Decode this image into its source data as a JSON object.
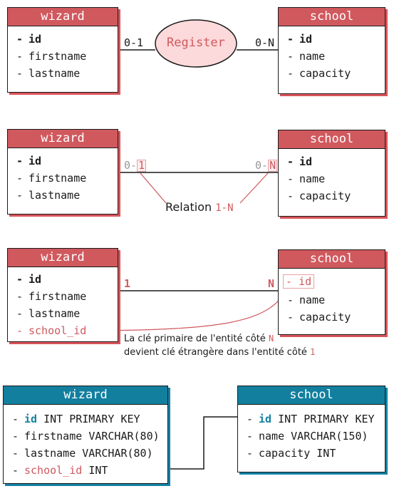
{
  "row1": {
    "wizard": {
      "title": "wizard",
      "attrs": [
        {
          "dash": "-",
          "name": "id"
        },
        {
          "dash": "-",
          "name": "firstname"
        },
        {
          "dash": "-",
          "name": "lastname"
        }
      ]
    },
    "school": {
      "title": "school",
      "attrs": [
        {
          "dash": "-",
          "name": "id"
        },
        {
          "dash": "-",
          "name": "name"
        },
        {
          "dash": "-",
          "name": "capacity"
        }
      ]
    },
    "relation": "Register",
    "card_left": "0-1",
    "card_right": "0-N"
  },
  "row2": {
    "wizard": {
      "title": "wizard",
      "attrs": [
        {
          "dash": "-",
          "name": "id"
        },
        {
          "dash": "-",
          "name": "firstname"
        },
        {
          "dash": "-",
          "name": "lastname"
        }
      ]
    },
    "school": {
      "title": "school",
      "attrs": [
        {
          "dash": "-",
          "name": "id"
        },
        {
          "dash": "-",
          "name": "name"
        },
        {
          "dash": "-",
          "name": "capacity"
        }
      ]
    },
    "card_left": {
      "muted": "0-",
      "highlight": "1"
    },
    "card_right": {
      "muted": "0-",
      "highlight": "N"
    },
    "note": {
      "text": "Relation",
      "tag": "1-N"
    }
  },
  "row3": {
    "wizard": {
      "title": "wizard",
      "attrs": [
        {
          "dash": "-",
          "name": "id"
        },
        {
          "dash": "-",
          "name": "firstname"
        },
        {
          "dash": "-",
          "name": "lastname"
        },
        {
          "dash": "-",
          "name": "school_id"
        }
      ]
    },
    "school": {
      "title": "school",
      "attrs": [
        {
          "dash": "-",
          "name": "id"
        },
        {
          "dash": "-",
          "name": "name"
        },
        {
          "dash": "-",
          "name": "capacity"
        }
      ]
    },
    "card_left": "1",
    "card_right": "N",
    "note": {
      "line1": "La clé primaire de l'entité côté",
      "line1_tag": "N",
      "line2": "devient clé étrangère dans l'entité côté",
      "line2_tag": "1"
    }
  },
  "row4": {
    "wizard": {
      "title": "wizard",
      "attrs": [
        {
          "dash": "-",
          "name": "id",
          "type": "INT PRIMARY KEY"
        },
        {
          "dash": "-",
          "name": "firstname",
          "type": "VARCHAR(80)"
        },
        {
          "dash": "-",
          "name": "lastname",
          "type": "VARCHAR(80)"
        },
        {
          "dash": "-",
          "name": "school_id",
          "type": "INT"
        }
      ]
    },
    "school": {
      "title": "school",
      "attrs": [
        {
          "dash": "-",
          "name": "id",
          "type": "INT PRIMARY KEY"
        },
        {
          "dash": "-",
          "name": "name",
          "type": "VARCHAR(150)"
        },
        {
          "dash": "-",
          "name": "capacity",
          "type": "INT"
        }
      ]
    }
  },
  "colors": {
    "red": "#d0595e",
    "blue": "#137f9f",
    "pink_fill": "#fcd9da"
  }
}
